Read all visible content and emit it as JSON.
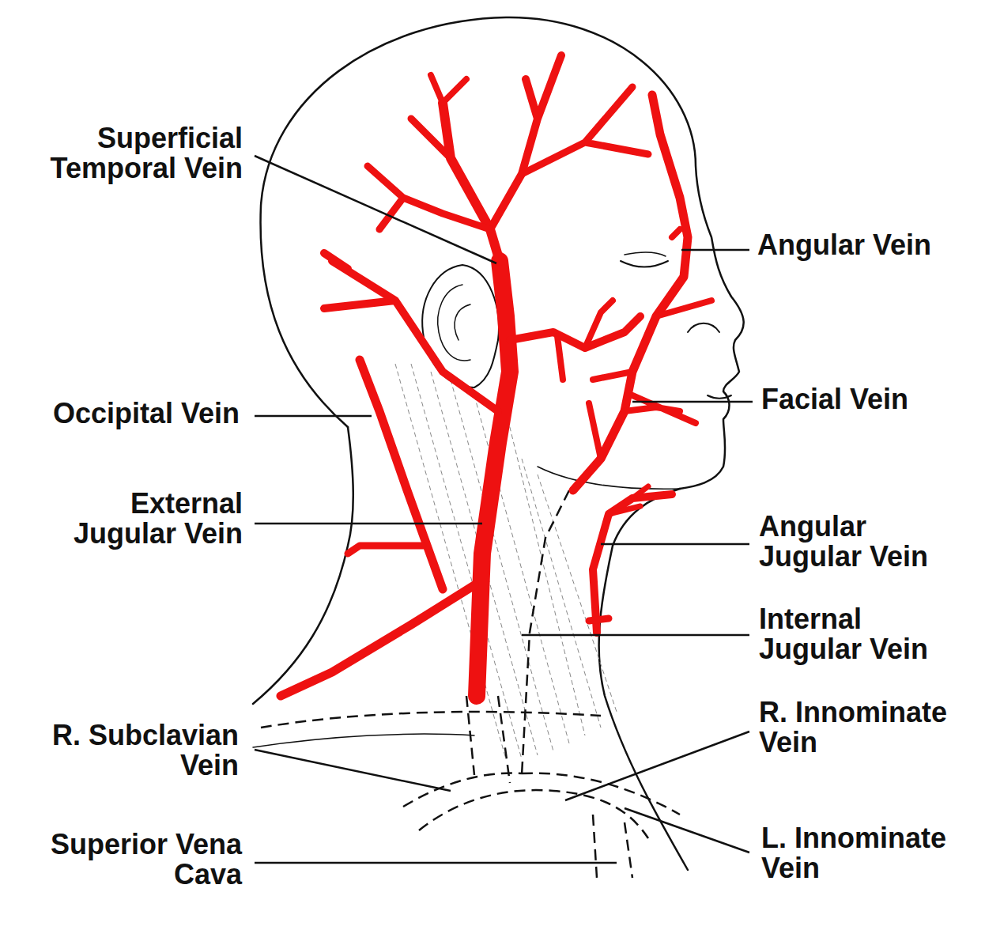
{
  "diagram": {
    "labels": [
      "Superficial Temporal Vein",
      "Angular Vein",
      "Occipital Vein",
      "Facial Vein",
      "External Jugular Vein",
      "Angular Jugular Vein",
      "Internal Jugular Vein",
      "R. Subclavian Vein",
      "R. Innominate Vein",
      "Superior Vena Cava",
      "L. Innominate Vein"
    ]
  }
}
